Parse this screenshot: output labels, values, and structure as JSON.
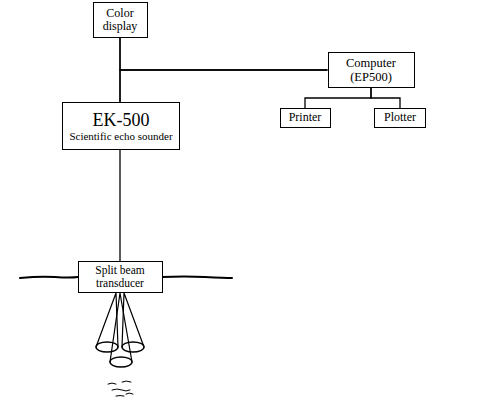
{
  "diagram": {
    "nodes": [
      {
        "text": [
          "Color display"
        ]
      },
      {
        "text": [
          "Computer (EP500)"
        ]
      },
      {
        "text": [
          "EK-500",
          "Scientific echo sounder"
        ]
      },
      {
        "text": [
          "Printer"
        ]
      },
      {
        "text": [
          "Plotter"
        ]
      },
      {
        "text": [
          "Split beam transducer"
        ]
      }
    ],
    "edges": [
      {
        "from": 0,
        "to": 2,
        "arrow": "none"
      },
      {
        "from": 1,
        "to": 0,
        "arrow": "none"
      },
      {
        "from": 1,
        "to": 2,
        "arrow": "none"
      },
      {
        "from": 1,
        "to": 3,
        "arrow": "none"
      },
      {
        "from": 1,
        "to": 4,
        "arrow": "none"
      },
      {
        "from": 2,
        "to": 5,
        "arrow": "none"
      }
    ]
  }
}
